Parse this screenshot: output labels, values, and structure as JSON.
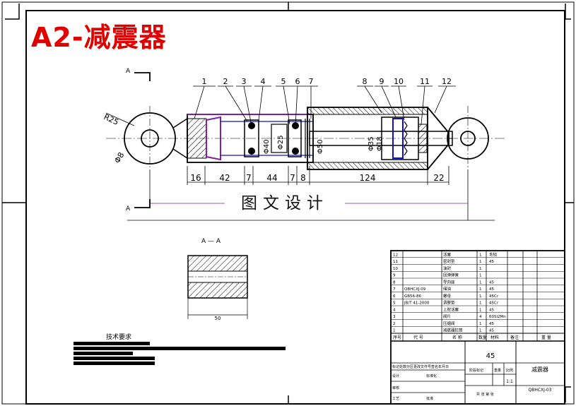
{
  "title": "A2-减震器",
  "watermark": "图文设计",
  "section_marks": {
    "top": "A",
    "bottom": "A",
    "section_title": "A — A"
  },
  "part_numbers": [
    "1",
    "2",
    "3",
    "4",
    "5",
    "6",
    "7",
    "8",
    "9",
    "10",
    "11",
    "12"
  ],
  "radius_label": "R25",
  "hole_label": "Φ8",
  "dimensions": {
    "bottom_row": [
      "16",
      "42",
      "7",
      "44",
      "7",
      "8",
      "124",
      "22"
    ],
    "diameters": [
      "Φ40",
      "Φ25",
      "Φ50",
      "Φ35",
      "Φ18"
    ],
    "overall_small": "——",
    "section_width": "50"
  },
  "tech_requirements_title": "技术要求",
  "bom": {
    "rows": [
      {
        "no": "12",
        "code": "",
        "name": "活塞",
        "qty": "1",
        "material": "毛毡"
      },
      {
        "no": "11",
        "code": "",
        "name": "密封垫",
        "qty": "1",
        "material": "45"
      },
      {
        "no": "10",
        "code": "",
        "name": "油封",
        "qty": "1",
        "material": ""
      },
      {
        "no": "9",
        "code": "",
        "name": "回弹弹簧",
        "qty": "1",
        "material": ""
      },
      {
        "no": "8",
        "code": "",
        "name": "导向座",
        "qty": "1",
        "material": "45"
      },
      {
        "no": "7",
        "code": "QBHCXJ-09",
        "name": "储油",
        "qty": "1",
        "material": "45"
      },
      {
        "no": "6",
        "code": "GB56-86",
        "name": "螺母",
        "qty": "1",
        "material": "45Cr"
      },
      {
        "no": "5",
        "code": "JB/T 41-2000",
        "name": "调整垫",
        "qty": "1",
        "material": "45Cr"
      },
      {
        "no": "4",
        "code": "",
        "name": "上腔活塞",
        "qty": "1",
        "material": "45"
      },
      {
        "no": "3",
        "code": "",
        "name": "阀片",
        "qty": "4",
        "material": "60Si2Mn"
      },
      {
        "no": "2",
        "code": "",
        "name": "压缩阀",
        "qty": "1",
        "material": "45"
      },
      {
        "no": "1",
        "code": "",
        "name": "减震器缸筒",
        "qty": "1",
        "material": "45"
      }
    ],
    "header": {
      "no": "序号",
      "code": "代 号",
      "name": "名 称",
      "qty": "数量",
      "material": "材料",
      "note": "备注",
      "wt": "重 量"
    },
    "material_cell": "45",
    "drawing_name": "减震器",
    "drawing_code": "QBHCXJ-03",
    "scale": "1:1",
    "labels": {
      "stage": "阶段标记",
      "weight": "重量",
      "scale": "比例",
      "designer": "设计",
      "standard": "标准化",
      "approve": "工艺",
      "check": "审核",
      "audit": "批准",
      "sheet": "共 张 第 张",
      "revision": "标记处数分区更改文件号签名年月日"
    }
  },
  "colors": {
    "title": "#e00000",
    "purple": "#8020a0",
    "blue": "#1010c0",
    "line": "#000000"
  }
}
